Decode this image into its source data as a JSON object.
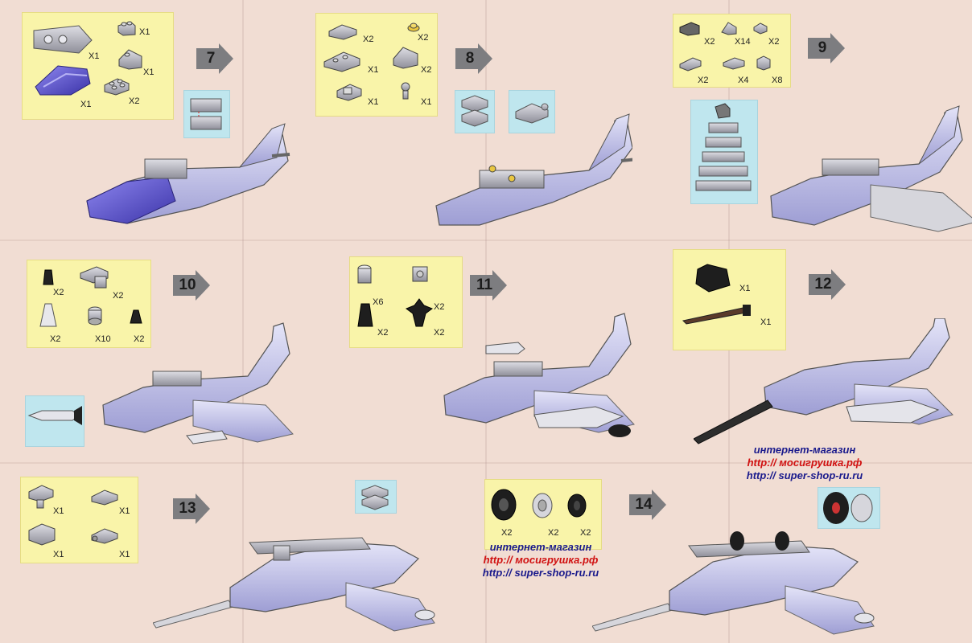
{
  "colors": {
    "paper": "#f1ddd3",
    "parts_panel": "#f9f4a9",
    "callout_panel": "#bfe6ee",
    "arrow": "#7d7d80",
    "brick_grey": "#b9b9c4",
    "model_lavender": "#c7c7ec",
    "canopy_blue": "#5d57c9",
    "black_part": "#1e1e1e",
    "shop_blue": "#1a1a8c",
    "shop_red": "#d01010"
  },
  "steps": [
    {
      "number": "7",
      "quantities": [
        "X1",
        "X1",
        "X1",
        "X1",
        "X2"
      ],
      "parts": [
        "wedge-plate-grey",
        "brick-1x2-grey",
        "slope-2x2-grey",
        "canopy-blue",
        "plate-2x2-grey"
      ]
    },
    {
      "number": "8",
      "quantities": [
        "X2",
        "X2",
        "X1",
        "X2",
        "X1",
        "X1"
      ],
      "parts": [
        "tile-2x2-grey",
        "round-plate-yellow",
        "wedge-plate-grey",
        "slope-2x2-grey",
        "plate-clip-grey",
        "clip-grey"
      ]
    },
    {
      "number": "9",
      "quantities": [
        "X2",
        "X14",
        "X2",
        "X2",
        "X4",
        "X8"
      ],
      "parts": [
        "brick-1x2-dark",
        "slope-1x2-grey",
        "plate-1x1-grey",
        "plate-1x4-grey",
        "plate-1x3-grey",
        "brick-1x1-grey"
      ]
    },
    {
      "number": "10",
      "quantities": [
        "X2",
        "X2",
        "X2",
        "X10",
        "X2"
      ],
      "parts": [
        "cone-black",
        "bracket-grey",
        "cone-large-grey",
        "round-brick-grey",
        "tail-black"
      ]
    },
    {
      "number": "11",
      "quantities": [
        "X6",
        "X2",
        "X2",
        "X2"
      ],
      "parts": [
        "round-brick-white",
        "headlight-brick-grey",
        "cone-black",
        "fin-black"
      ]
    },
    {
      "number": "12",
      "quantities": [
        "X1",
        "X1"
      ],
      "parts": [
        "nose-cone-black",
        "barrel-black"
      ]
    },
    {
      "number": "13",
      "quantities": [
        "X1",
        "X1",
        "X1",
        "X1"
      ],
      "parts": [
        "plate-clip-grey",
        "plate-2x2-grey",
        "brick-2x2-grey",
        "plate-hinge-grey"
      ]
    },
    {
      "number": "14",
      "quantities": [
        "X2",
        "X2",
        "X2"
      ],
      "parts": [
        "tire-black",
        "wheel-rim-grey",
        "wheel-black"
      ]
    }
  ],
  "shop_notes": [
    {
      "line1": "интернет-магазин",
      "line2": "http:// мосигрушка.рф",
      "line3": "http:// super-shop-ru.ru"
    },
    {
      "line1": "интернет-магазин",
      "line2": "http:// мосигрушка.рф",
      "line3": "http:// super-shop-ru.ru"
    }
  ]
}
